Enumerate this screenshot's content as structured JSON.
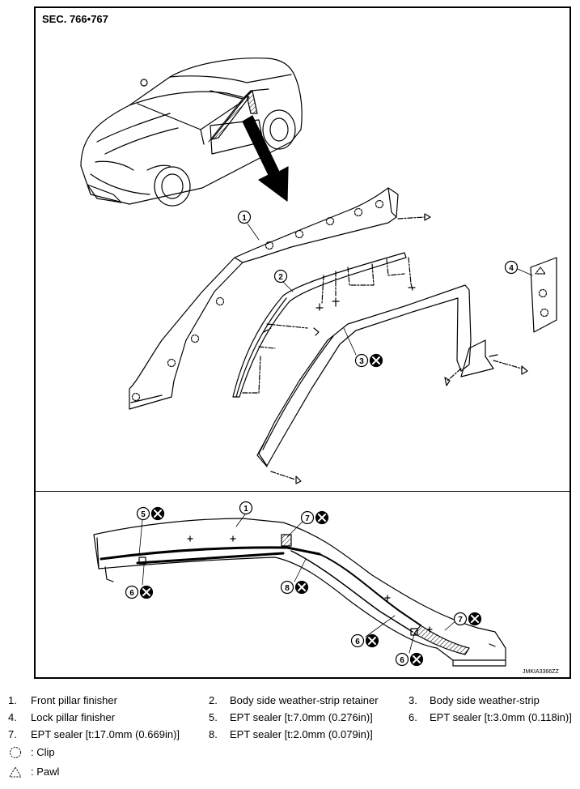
{
  "section_label": "SEC. 766•767",
  "image_ref": "JMKIA3366ZZ",
  "legend": [
    {
      "num": "1.",
      "text": "Front pillar finisher"
    },
    {
      "num": "2.",
      "text": "Body side weather-strip retainer"
    },
    {
      "num": "3.",
      "text": "Body side weather-strip"
    },
    {
      "num": "4.",
      "text": "Lock pillar finisher"
    },
    {
      "num": "5.",
      "text": "EPT sealer [t:7.0mm (0.276in)]"
    },
    {
      "num": "6.",
      "text": "EPT sealer [t:3.0mm (0.118in)]"
    },
    {
      "num": "7.",
      "text": "EPT sealer [t:17.0mm (0.669in)]"
    },
    {
      "num": "8.",
      "text": "EPT sealer [t:2.0mm (0.079in)]"
    }
  ],
  "symbols": [
    {
      "shape": "clip-dashed-circle-icon",
      "text": ": Clip"
    },
    {
      "shape": "pawl-dashed-triangle-icon",
      "text": ": Pawl"
    }
  ],
  "callouts_top": [
    "1",
    "2",
    "3",
    "4"
  ],
  "callouts_bottom": [
    "5",
    "1",
    "7",
    "8",
    "6",
    "6",
    "7",
    "6"
  ]
}
